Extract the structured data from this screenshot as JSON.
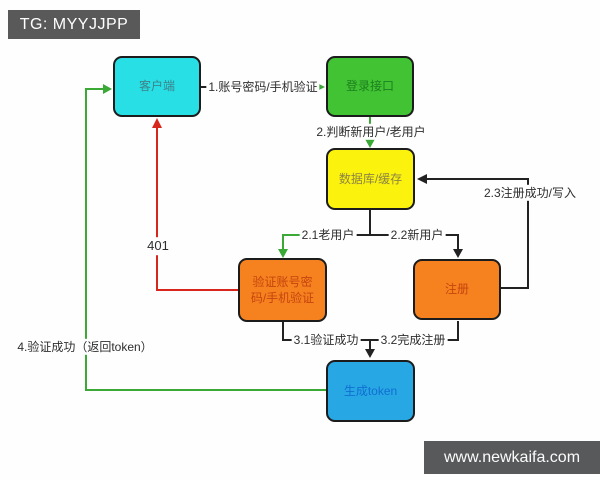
{
  "header": {
    "tag_label": "TG: MYYJJPP"
  },
  "watermark": {
    "site_label": "www.newkaifa.com"
  },
  "diagram": {
    "type": "flowchart",
    "topic": "login / token authentication flow",
    "nodes": {
      "client": {
        "label": "客户端",
        "fill": "#27dfe5"
      },
      "login": {
        "label": "登录接口",
        "fill": "#41c334"
      },
      "db": {
        "label": "数据库/缓存",
        "fill": "#fbf30e"
      },
      "verify": {
        "label": "验证账号密码/手机验证",
        "fill": "#f5821f"
      },
      "register": {
        "label": "注册",
        "fill": "#f5821f"
      },
      "token": {
        "label": "生成token",
        "fill": "#28a7e5"
      }
    },
    "edges": {
      "e1": {
        "label": "1.账号密码/手机验证",
        "from": "client",
        "to": "login",
        "color": "#222222"
      },
      "e2": {
        "label": "2.判断新用户/老用户",
        "from": "login",
        "to": "db",
        "color": "#3aa935"
      },
      "e21": {
        "label": "2.1老用户",
        "from": "db",
        "to": "verify",
        "color": "#3aa935"
      },
      "e22": {
        "label": "2.2新用户",
        "from": "db",
        "to": "register",
        "color": "#222222"
      },
      "e23": {
        "label": "2.3注册成功/写入",
        "from": "register",
        "to": "db",
        "color": "#222222"
      },
      "e401": {
        "label": "401",
        "from": "verify",
        "to": "client",
        "color": "#d9261c"
      },
      "e31": {
        "label": "3.1验证成功",
        "from": "verify",
        "to": "token",
        "color": "#222222"
      },
      "e32": {
        "label": "3.2完成注册",
        "from": "register",
        "to": "token",
        "color": "#222222"
      },
      "e4": {
        "label": "4.验证成功（返回token）",
        "from": "token",
        "to": "client",
        "color": "#3aa935"
      }
    },
    "line_colors": {
      "black": "#222222",
      "green": "#3aa935",
      "red": "#d9261c"
    }
  }
}
